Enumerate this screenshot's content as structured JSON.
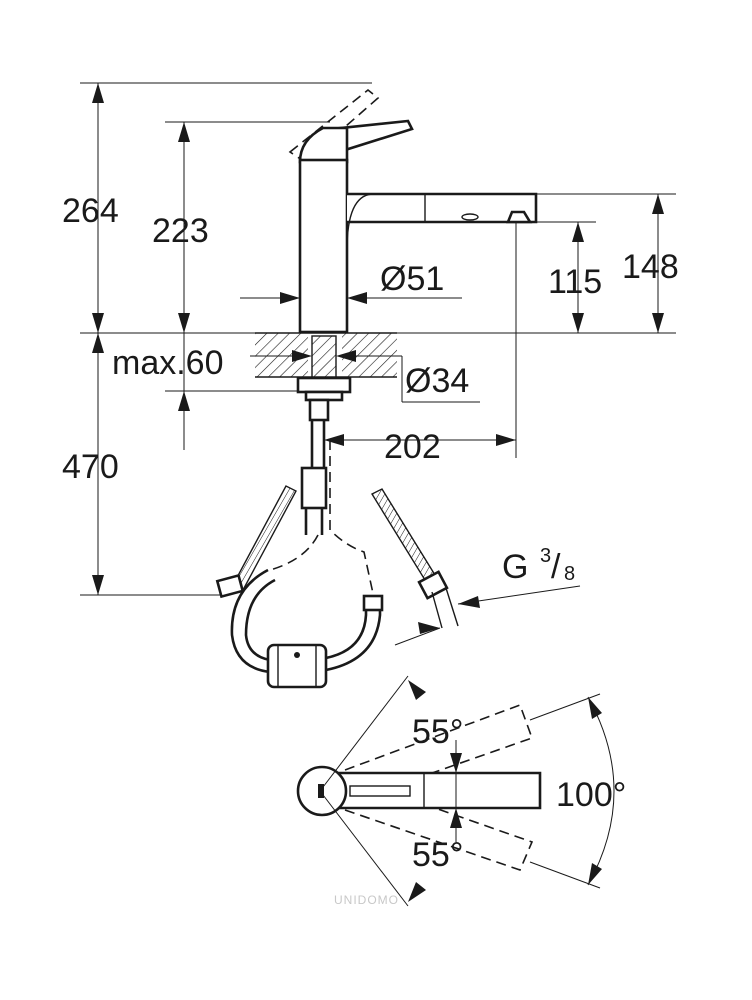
{
  "dimensions": {
    "total_height": "264",
    "body_height": "223",
    "spout_height": "148",
    "outlet_height": "115",
    "body_diameter": "Ø51",
    "max_deck": "max.60",
    "hole_diameter": "Ø34",
    "below_deck": "470",
    "reach": "202",
    "thread": "G",
    "thread_num": "3",
    "thread_den": "8",
    "swivel_upper": "55°",
    "swivel_lower": "55°",
    "swivel_total": "100°"
  },
  "watermark": "UNIDOMO"
}
